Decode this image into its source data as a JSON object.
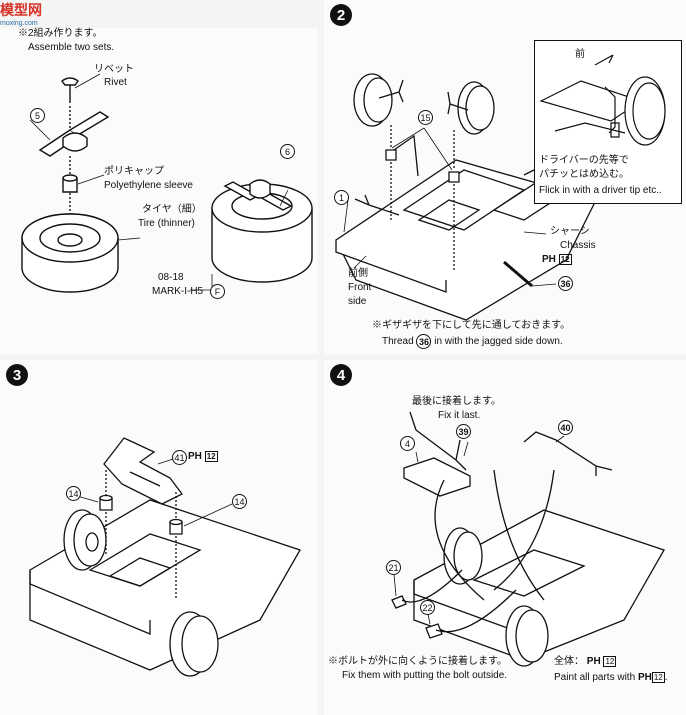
{
  "watermark": {
    "brand": "模型网",
    "url": "moxing.com"
  },
  "step1": {
    "number": "",
    "note_jp": "※2組み作ります。",
    "note_en": "Assemble two sets.",
    "rivet_jp": "リベット",
    "rivet_en": "Rivet",
    "sleeve_jp": "ポリキャップ",
    "sleeve_en": "Polyethylene sleeve",
    "tire_jp": "タイヤ（細）",
    "tire_en": "Tire (thinner)",
    "part5": "5",
    "part6": "6",
    "runner_code": "08-18",
    "runner_name": "MARK-I-H5",
    "runner_letter": "F"
  },
  "step2": {
    "number": "2",
    "part1": "1",
    "part15": "15",
    "part36": "36",
    "chassis_jp": "シャーシ",
    "chassis_en": "Chassis",
    "ph_label": "PH",
    "ph_num": "12",
    "front_jp": "前側",
    "front_en1": "Front",
    "front_en2": "side",
    "inset_front": "前",
    "inset_jp1": "ドライバーの先等で",
    "inset_jp2": "パチッとはめ込む。",
    "inset_en": "Flick in with a driver tip etc..",
    "thread_jp": "※ギザギザを下にして先に通しておきます。",
    "thread_en_a": "Thread",
    "thread_en_b": "in with the jagged side down."
  },
  "step3": {
    "number": "3",
    "part41": "41",
    "part14a": "14",
    "part14b": "14",
    "ph_label": "PH",
    "ph_num": "12"
  },
  "step4": {
    "number": "4",
    "fix_last_jp": "最後に接着します。",
    "fix_last_en": "Fix it last.",
    "part4": "4",
    "part39": "39",
    "part40": "40",
    "part21": "21",
    "part22": "22",
    "bolt_jp": "※ボルトが外に向くように接着します。",
    "bolt_en": "Fix them with putting the bolt outside.",
    "paint_jp": "全体：",
    "paint_ph": "PH",
    "paint_num": "12",
    "paint_en": "Paint all parts with"
  },
  "colors": {
    "line": "#111111",
    "paper": "#fbfbfa",
    "watermark": "#d8342a"
  }
}
